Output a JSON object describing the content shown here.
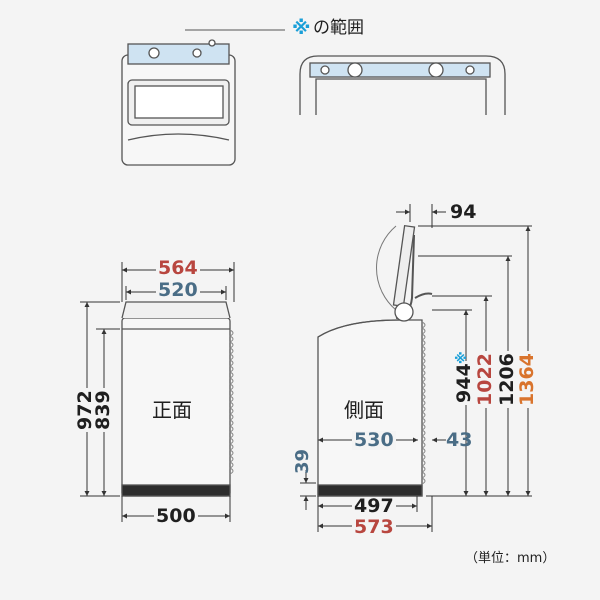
{
  "note": {
    "mark": "※",
    "text": "の範囲",
    "mark_color": "#1a9fd8"
  },
  "front_view": {
    "label": "正面",
    "width_top_outer": "564",
    "width_top_inner": "520",
    "width_bottom": "500",
    "height_total": "972",
    "height_body": "839"
  },
  "side_view": {
    "label": "側面",
    "lid_clearance": "94",
    "depth_body": "530",
    "back_offset": "43",
    "foot_height": "39",
    "depth_base": "497",
    "depth_total": "573",
    "height_944": "944",
    "height_944_mark": "※",
    "height_1022": "1022",
    "height_1206": "1206",
    "height_1364": "1364"
  },
  "unit_text": "（単位：mm）",
  "colors": {
    "dim_black": "#1f1f1f",
    "dim_blue": "#4a6d86",
    "dim_red": "#b8463f",
    "dim_orange": "#d9742d",
    "highlight": "#cfe3f2",
    "body_fill": "#f7f7f7",
    "line": "#555555"
  }
}
